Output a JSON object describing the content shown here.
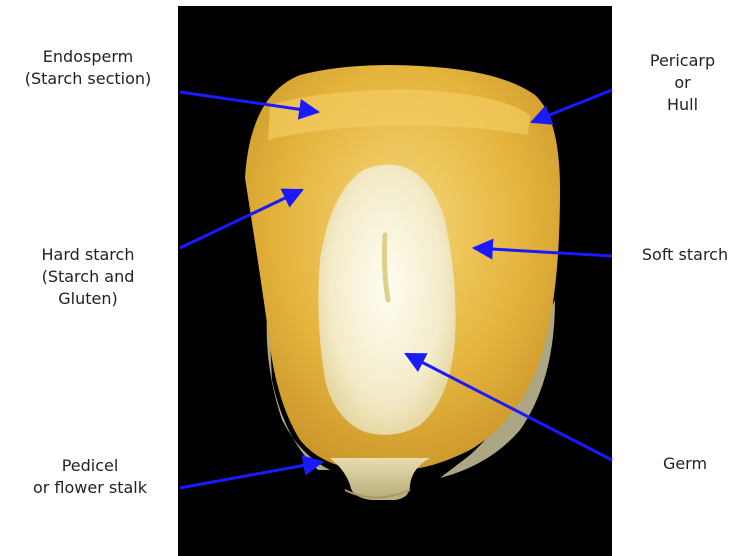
{
  "colors": {
    "background": "#ffffff",
    "photo_background": "#000000",
    "arrow": "#1a1aff",
    "kernel_yellow": "#e3b73e",
    "germ": "#f4edd0",
    "text": "#222222"
  },
  "labels": {
    "endosperm": [
      "Endosperm",
      "(Starch section)"
    ],
    "pericarp": [
      "Pericarp",
      "or",
      "Hull"
    ],
    "hard_starch": [
      "Hard starch",
      "(Starch and",
      "Gluten)"
    ],
    "soft_starch": [
      "Soft starch"
    ],
    "pedicel": [
      "Pedicel",
      "or flower stalk"
    ],
    "germ": [
      "Germ"
    ]
  }
}
